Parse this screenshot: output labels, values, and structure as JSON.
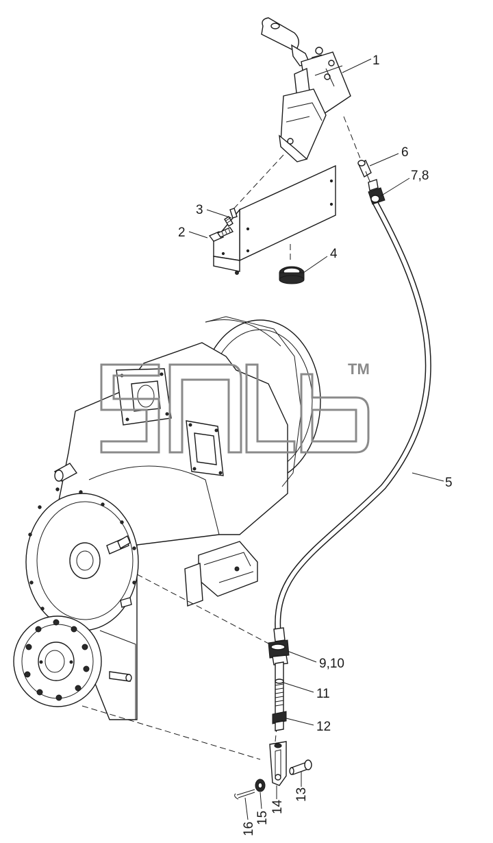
{
  "diagram": {
    "callouts": [
      {
        "id": "c1",
        "label": "1"
      },
      {
        "id": "c2",
        "label": "2"
      },
      {
        "id": "c3",
        "label": "3"
      },
      {
        "id": "c4",
        "label": "4"
      },
      {
        "id": "c5",
        "label": "5"
      },
      {
        "id": "c6",
        "label": "6"
      },
      {
        "id": "c7",
        "label": "7,8"
      },
      {
        "id": "c9",
        "label": "9,10"
      },
      {
        "id": "c11",
        "label": "11"
      },
      {
        "id": "c12",
        "label": "12"
      },
      {
        "id": "c13",
        "label": "13"
      },
      {
        "id": "c14",
        "label": "14"
      },
      {
        "id": "c15",
        "label": "15"
      },
      {
        "id": "c16",
        "label": "16"
      }
    ],
    "watermark": {
      "trademark": "TM"
    }
  }
}
